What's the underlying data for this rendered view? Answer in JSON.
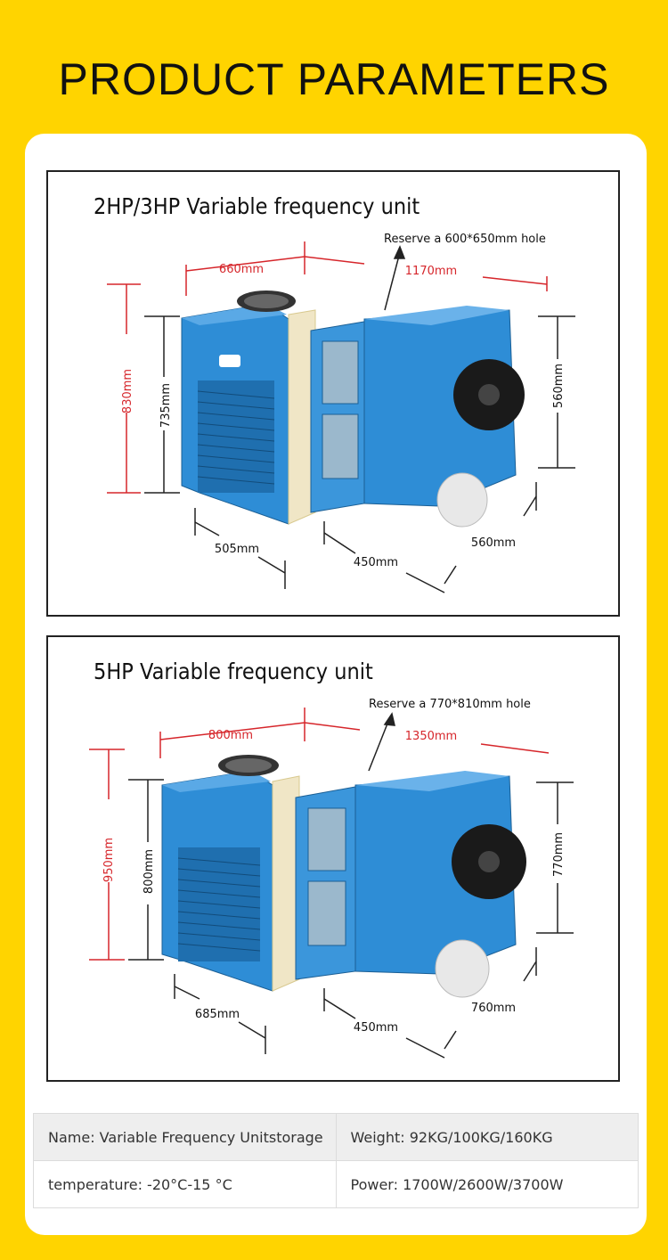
{
  "header": {
    "title": "PRODUCT PARAMETERS"
  },
  "panels": [
    {
      "title": "2HP/3HP Variable frequency unit",
      "hole_note": "Reserve a 600*650mm hole",
      "dims": {
        "width_top": "660mm",
        "depth_top": "1170mm",
        "height_total": "830mm",
        "height_body": "735mm",
        "height_side": "560mm",
        "base_left": "505mm",
        "base_mid": "450mm",
        "base_right": "560mm"
      }
    },
    {
      "title": "5HP Variable frequency unit",
      "hole_note": "Reserve a 770*810mm hole",
      "dims": {
        "width_top": "800mm",
        "depth_top": "1350mm",
        "height_total": "950mm",
        "height_body": "800mm",
        "height_side": "770mm",
        "base_left": "685mm",
        "base_mid": "450mm",
        "base_right": "760mm"
      }
    }
  ],
  "specs": {
    "row1": {
      "left": "Name: Variable Frequency Unitstorage",
      "right": "Weight: 92KG/100KG/160KG"
    },
    "row2": {
      "left": "temperature: -20°C-15 °C",
      "right": "Power: 1700W/2600W/3700W"
    }
  },
  "colors": {
    "accent_red": "#D6262B",
    "unit_blue": "#2E8DD6",
    "background_yellow": "#FFD400"
  }
}
